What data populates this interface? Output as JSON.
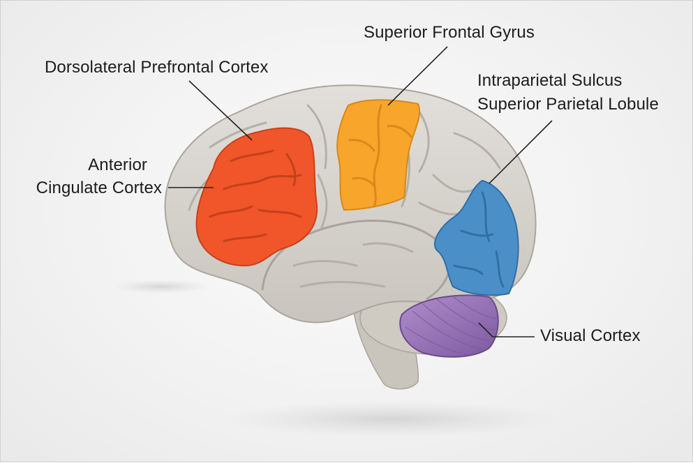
{
  "labels": {
    "dlpfc": "Dorsolateral Prefrontal Cortex",
    "sfg": "Superior Frontal Gyrus",
    "ips": "Intraparietal Sulcus",
    "spl": "Superior Parietal Lobule",
    "acc_line1": "Anterior",
    "acc_line2": "Cingulate Cortex",
    "visual": "Visual Cortex"
  },
  "colors": {
    "brain": "#d8d5cf",
    "dlpfc": "#f0562a",
    "sfg": "#f7a52b",
    "parietal": "#4b8fc8",
    "visual": "#9a72b8",
    "leader": "#222222"
  }
}
